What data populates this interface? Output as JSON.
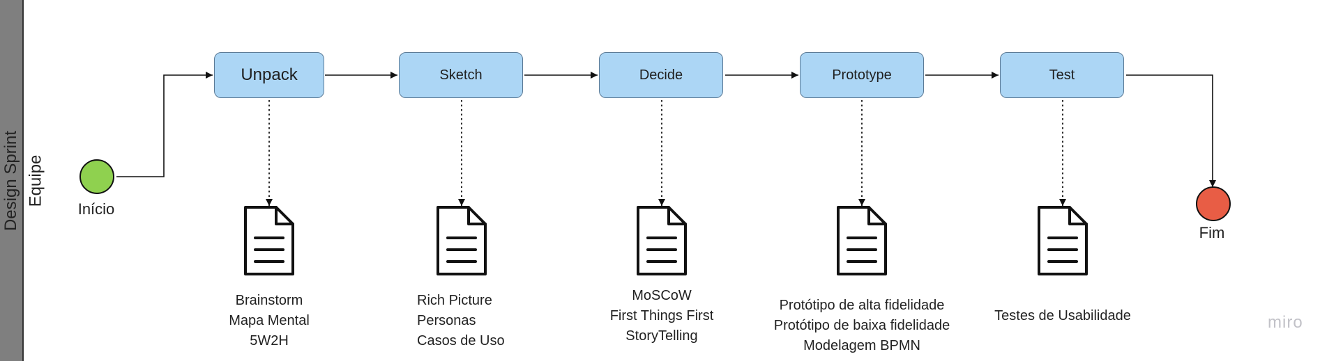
{
  "pool": {
    "title": "Design Sprint"
  },
  "lane": {
    "title": "Equipe"
  },
  "start_event": {
    "label": "Início",
    "color": "#8fd14f"
  },
  "end_event": {
    "label": "Fim",
    "color": "#e85d45"
  },
  "tasks": [
    {
      "label": "Unpack"
    },
    {
      "label": "Sketch"
    },
    {
      "label": "Decide"
    },
    {
      "label": "Prototype"
    },
    {
      "label": "Test"
    }
  ],
  "artifacts": [
    {
      "icon": "document-icon",
      "lines": [
        "Brainstorm",
        "Mapa Mental",
        "5W2H"
      ]
    },
    {
      "icon": "document-icon",
      "lines": [
        "Rich Picture",
        "Personas",
        "Casos de Uso"
      ]
    },
    {
      "icon": "document-icon",
      "lines": [
        "MoSCoW",
        "First Things First",
        "StoryTelling"
      ]
    },
    {
      "icon": "document-icon",
      "lines": [
        "Protótipo de alta fidelidade",
        "Protótipo de baixa fidelidade",
        "Modelagem BPMN"
      ]
    },
    {
      "icon": "document-icon",
      "lines": [
        "Testes de Usabilidade"
      ]
    }
  ],
  "watermark": "miro",
  "colors": {
    "task_fill": "#acd6f5",
    "task_border": "#5b7a96",
    "pool_band": "#7f7f7f"
  }
}
